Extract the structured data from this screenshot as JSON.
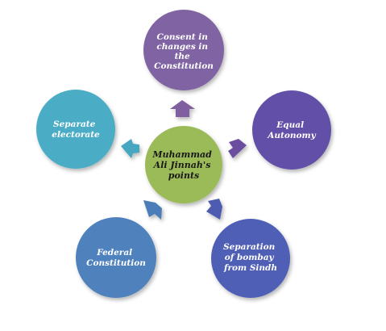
{
  "diagram": {
    "center": {
      "label_lines": [
        "Muhammad",
        "Ali Jinnah's",
        "points"
      ],
      "color": "#9BBB59"
    },
    "nodes": [
      {
        "key": "top",
        "label_lines": [
          "Consent in",
          "changes in",
          "the",
          "Constitution"
        ],
        "color": "#8064A2"
      },
      {
        "key": "right",
        "label_lines": [
          "Equal",
          "Autonomy"
        ],
        "color": "#6250A7"
      },
      {
        "key": "bottom-right",
        "label_lines": [
          "Separation",
          "of bombay",
          "from Sindh"
        ],
        "color": "#4F5FB5"
      },
      {
        "key": "bottom-left",
        "label_lines": [
          "Federal",
          "Constitution"
        ],
        "color": "#4F81BD"
      },
      {
        "key": "left",
        "label_lines": [
          "Separate",
          "electorate"
        ],
        "color": "#4BACC6"
      }
    ]
  }
}
